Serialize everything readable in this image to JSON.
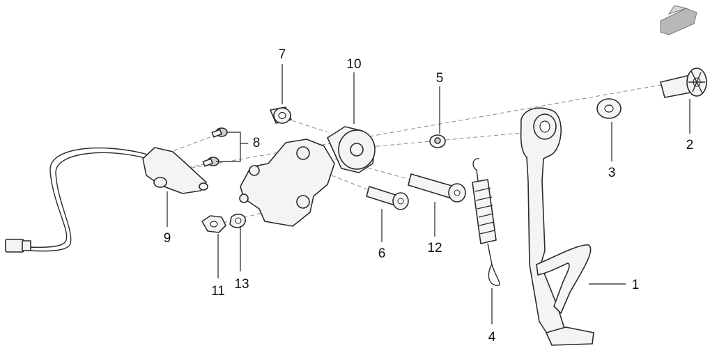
{
  "callouts": [
    {
      "id": "1",
      "text": "1"
    },
    {
      "id": "2",
      "text": "2"
    },
    {
      "id": "3",
      "text": "3"
    },
    {
      "id": "4",
      "text": "4"
    },
    {
      "id": "5",
      "text": "5"
    },
    {
      "id": "6",
      "text": "6"
    },
    {
      "id": "7",
      "text": "7"
    },
    {
      "id": "8",
      "text": "8"
    },
    {
      "id": "9",
      "text": "9"
    },
    {
      "id": "10",
      "text": "10"
    },
    {
      "id": "11",
      "text": "11"
    },
    {
      "id": "12",
      "text": "12"
    },
    {
      "id": "13",
      "text": "13"
    }
  ],
  "icons": {
    "orientation": "direction-arrow-icon"
  },
  "colors": {
    "line": "#2a2a2a",
    "fill": "#f4f4f4",
    "arrow_fill": "#b8b8b8"
  }
}
